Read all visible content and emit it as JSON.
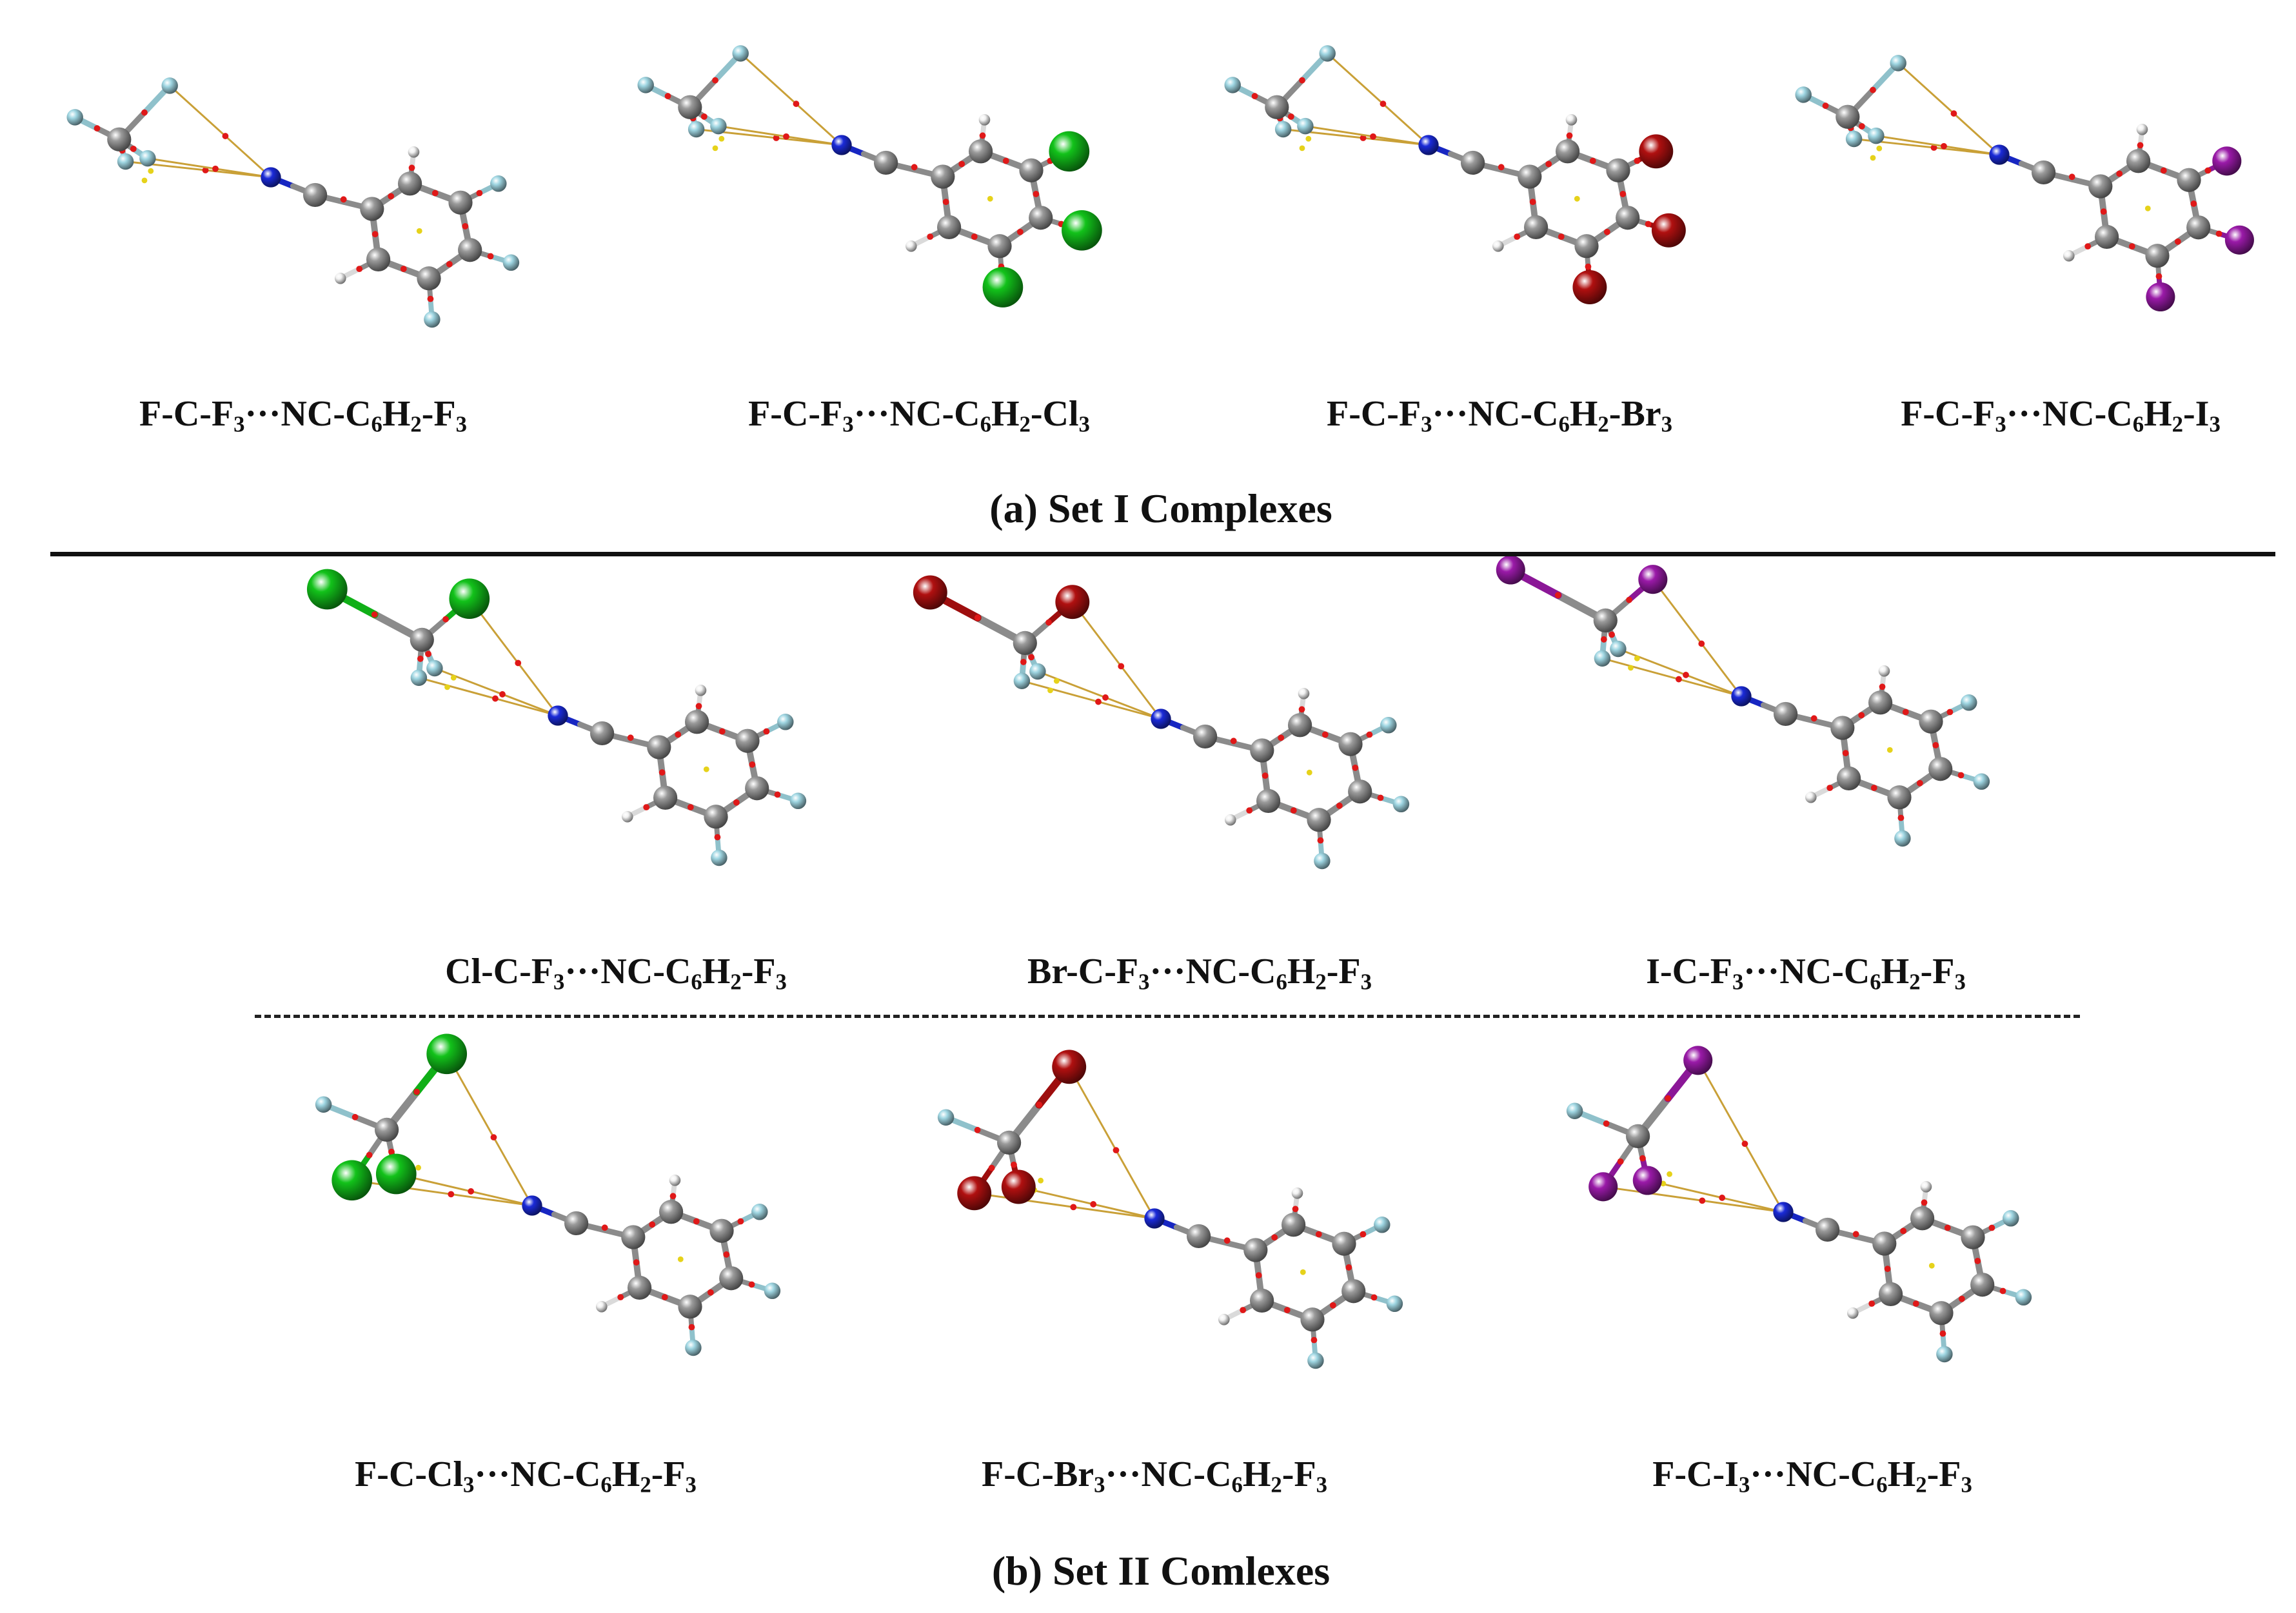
{
  "colors": {
    "carbon": "#9a9a9a",
    "fluorine": "#9fd6e2",
    "hydrogen": "#f2f2f2",
    "nitrogen": "#1a2ad8",
    "chlorine": "#12c21a",
    "bromine": "#b01010",
    "iodine": "#9a1aa8",
    "bond_path": "#c9a037",
    "bcp": "#e01818",
    "rcp": "#e6d21a",
    "ccp": "#22c022"
  },
  "set1": {
    "title": "(a) Set I Complexes",
    "complexes": [
      {
        "parts": [
          [
            "F-C-F",
            "3"
          ],
          [
            "···NC-C",
            "6"
          ],
          [
            "H",
            "2"
          ],
          [
            "-F",
            "3"
          ]
        ],
        "halogen_x": "fluorine",
        "halogen_y": "fluorine",
        "variant": "a"
      },
      {
        "parts": [
          [
            "F-C-F",
            "3"
          ],
          [
            "···NC-C",
            "6"
          ],
          [
            "H",
            "2"
          ],
          [
            "-Cl",
            "3"
          ]
        ],
        "halogen_x": "fluorine",
        "halogen_y": "chlorine",
        "variant": "a"
      },
      {
        "parts": [
          [
            "F-C-F",
            "3"
          ],
          [
            "···NC-C",
            "6"
          ],
          [
            "H",
            "2"
          ],
          [
            "-Br",
            "3"
          ]
        ],
        "halogen_x": "fluorine",
        "halogen_y": "bromine",
        "variant": "a"
      },
      {
        "parts": [
          [
            "F-C-F",
            "3"
          ],
          [
            "···NC-C",
            "6"
          ],
          [
            "H",
            "2"
          ],
          [
            "-I",
            "3"
          ]
        ],
        "halogen_x": "fluorine",
        "halogen_y": "iodine",
        "variant": "a"
      }
    ]
  },
  "set2": {
    "title": "(b) Set II Comlexes",
    "row1": [
      {
        "parts": [
          [
            "Cl-C-F",
            "3"
          ],
          [
            "···NC-C",
            "6"
          ],
          [
            "H",
            "2"
          ],
          [
            "-F",
            "3"
          ]
        ],
        "halogen_x": "chlorine",
        "halogen_y": "fluorine",
        "variant": "b"
      },
      {
        "parts": [
          [
            "Br-C-F",
            "3"
          ],
          [
            "···NC-C",
            "6"
          ],
          [
            "H",
            "2"
          ],
          [
            "-F",
            "3"
          ]
        ],
        "halogen_x": "bromine",
        "halogen_y": "fluorine",
        "variant": "b"
      },
      {
        "parts": [
          [
            "I-C-F",
            "3"
          ],
          [
            "···NC-C",
            "6"
          ],
          [
            "H",
            "2"
          ],
          [
            "-F",
            "3"
          ]
        ],
        "halogen_x": "iodine",
        "halogen_y": "fluorine",
        "variant": "b"
      }
    ],
    "row2": [
      {
        "parts": [
          [
            "F-C-Cl",
            "3"
          ],
          [
            "···NC-C",
            "6"
          ],
          [
            "H",
            "2"
          ],
          [
            "-F",
            "3"
          ]
        ],
        "halogen_x": "chlorine",
        "halogen_y": "fluorine",
        "variant": "c"
      },
      {
        "parts": [
          [
            "F-C-Br",
            "3"
          ],
          [
            "···NC-C",
            "6"
          ],
          [
            "H",
            "2"
          ],
          [
            "-F",
            "3"
          ]
        ],
        "halogen_x": "bromine",
        "halogen_y": "fluorine",
        "variant": "c"
      },
      {
        "parts": [
          [
            "F-C-I",
            "3"
          ],
          [
            "···NC-C",
            "6"
          ],
          [
            "H",
            "2"
          ],
          [
            "-F",
            "3"
          ]
        ],
        "halogen_x": "iodine",
        "halogen_y": "fluorine",
        "variant": "c"
      }
    ]
  }
}
